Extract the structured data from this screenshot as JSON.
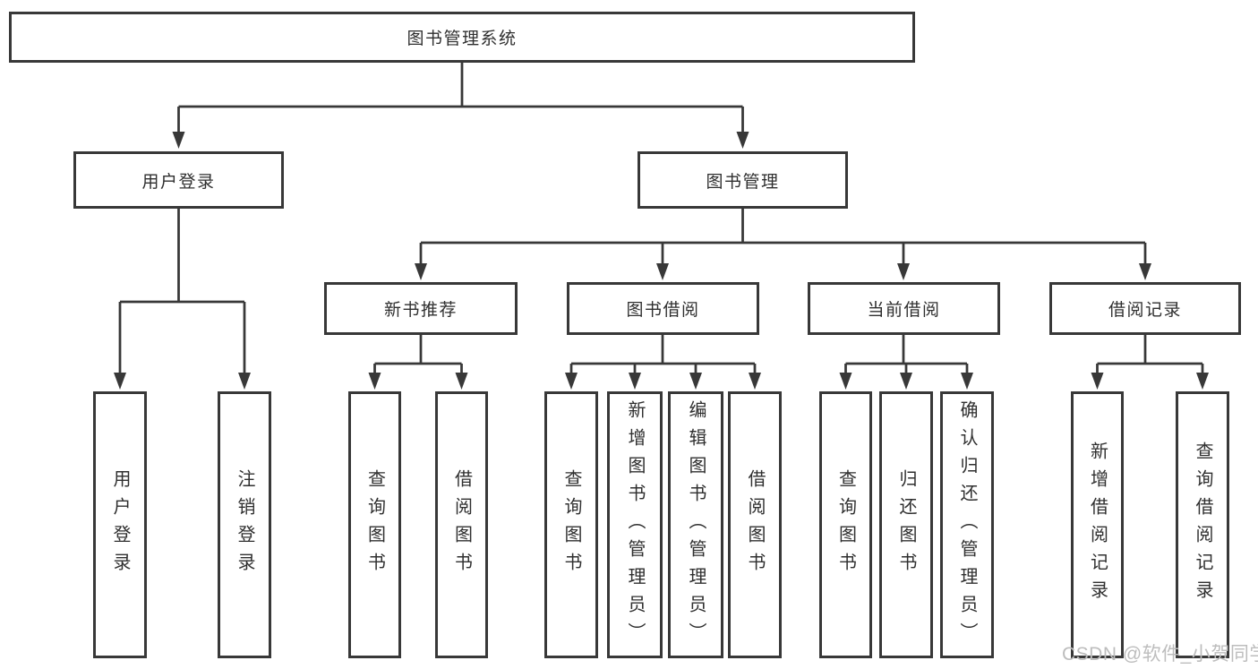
{
  "colors": {
    "background": "#ffffff",
    "line": "#383838",
    "box_border": "#383838",
    "text": "#2f2f2f",
    "watermark": "#bdbdbd"
  },
  "diagram": {
    "root": {
      "label": "图书管理系统"
    },
    "branches": [
      {
        "label": "用户登录",
        "children": [
          {
            "label": "用户登录"
          },
          {
            "label": "注销登录"
          }
        ]
      },
      {
        "label": "图书管理",
        "children": [
          {
            "label": "新书推荐",
            "children": [
              {
                "label": "查询图书"
              },
              {
                "label": "借阅图书"
              }
            ]
          },
          {
            "label": "图书借阅",
            "children": [
              {
                "label": "查询图书"
              },
              {
                "label": "新增图书（管理员）"
              },
              {
                "label": "编辑图书（管理员）"
              },
              {
                "label": "借阅图书"
              }
            ]
          },
          {
            "label": "当前借阅",
            "children": [
              {
                "label": "查询图书"
              },
              {
                "label": "归还图书"
              },
              {
                "label": "确认归还（管理员）"
              }
            ]
          },
          {
            "label": "借阅记录",
            "children": [
              {
                "label": "新增借阅记录"
              },
              {
                "label": "查询借阅记录"
              }
            ]
          }
        ]
      }
    ]
  },
  "watermark": {
    "text": "CSDN @软件_小贺同学"
  }
}
